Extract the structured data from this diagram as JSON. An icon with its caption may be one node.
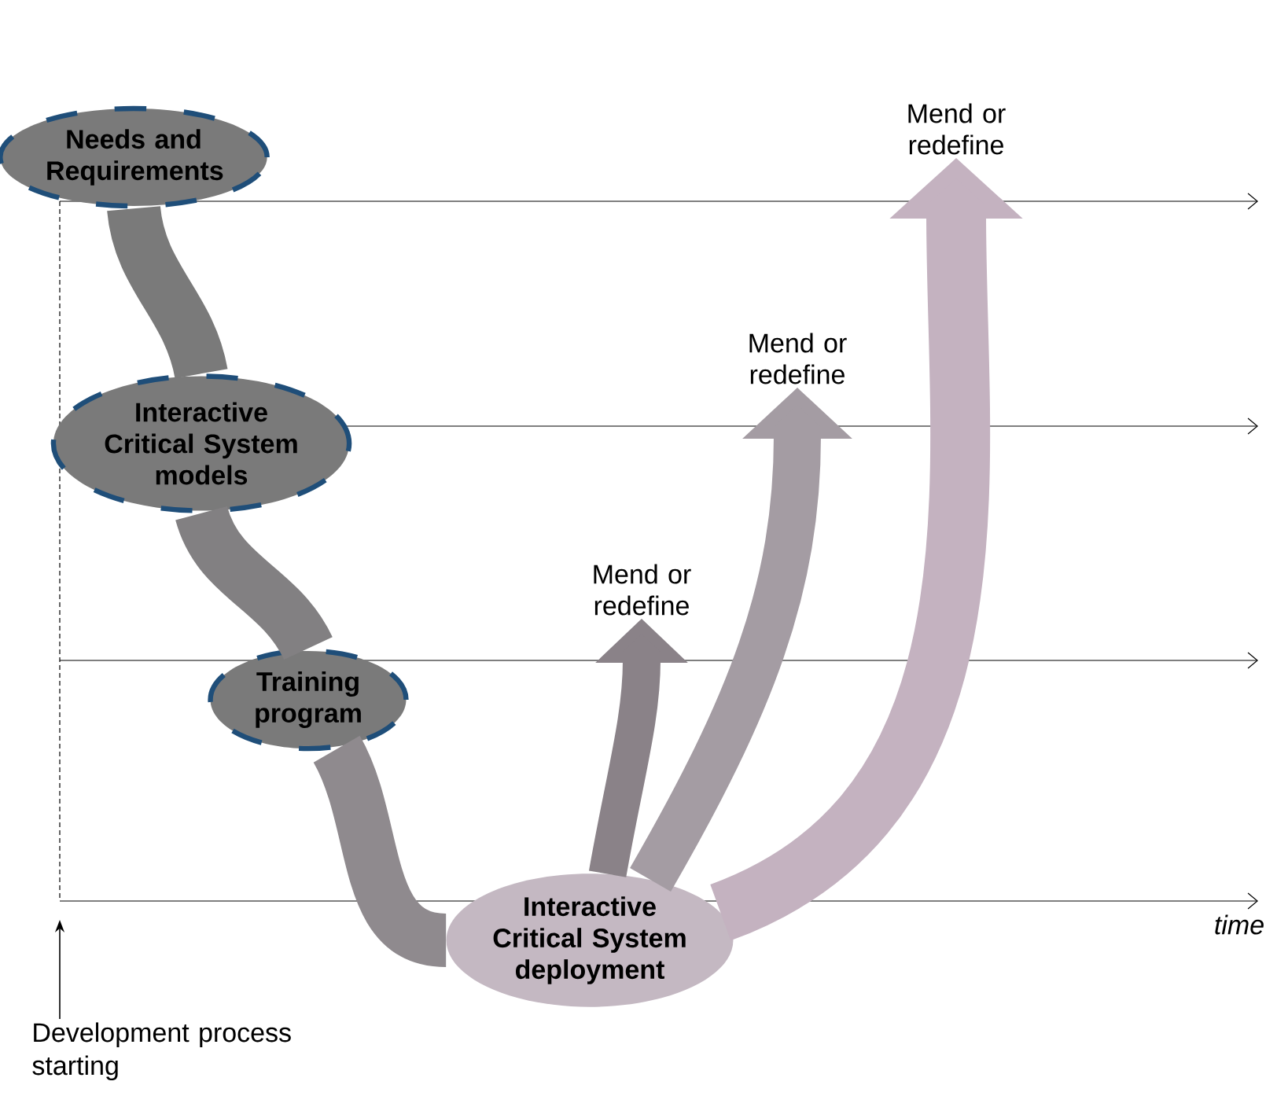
{
  "diagram": {
    "nodes": [
      {
        "text": [
          "Needs and Requirements"
        ]
      },
      {
        "text": [
          "Interactive Critical System models"
        ]
      },
      {
        "text": [
          "Training program"
        ]
      },
      {
        "text": [
          "Interactive Critical System deployment"
        ]
      },
      {
        "text": [
          "Mend or redefine"
        ]
      },
      {
        "text": [
          "Mend or redefine"
        ]
      },
      {
        "text": [
          "Mend or redefine"
        ]
      },
      {
        "text": [
          "Development process starting"
        ]
      }
    ],
    "edges": [
      {
        "from": 0,
        "to": 1,
        "arrow": "none"
      },
      {
        "from": 1,
        "to": 2,
        "arrow": "none"
      },
      {
        "from": 2,
        "to": 3,
        "arrow": "none"
      },
      {
        "from": 3,
        "to": 4,
        "arrow": "to"
      },
      {
        "from": 3,
        "to": 5,
        "arrow": "to"
      },
      {
        "from": 3,
        "to": 6,
        "arrow": "to"
      },
      {
        "from": 7,
        "to": null,
        "arrow": "to",
        "color": "#000000"
      }
    ],
    "labels": [
      "time"
    ]
  }
}
